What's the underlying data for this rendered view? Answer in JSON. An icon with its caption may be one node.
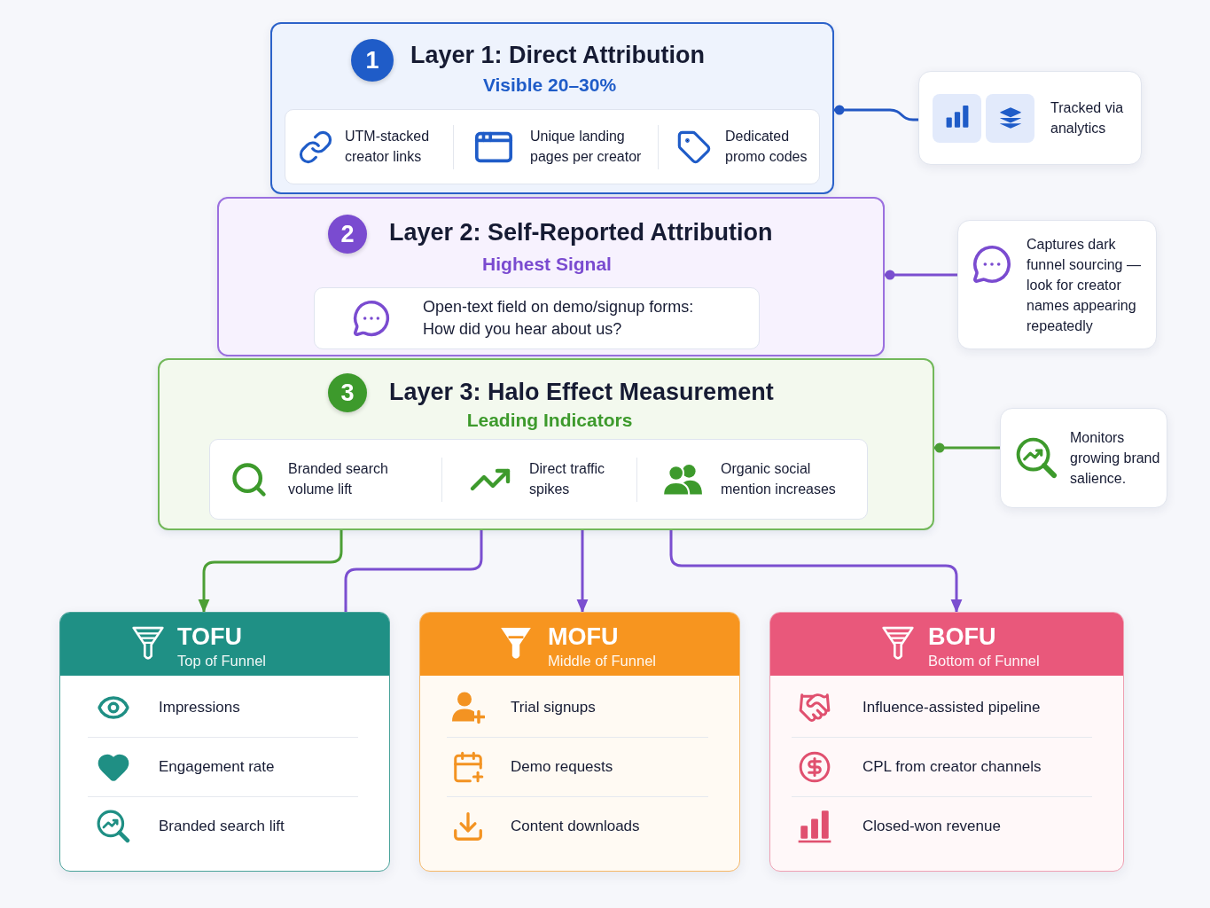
{
  "diagram": {
    "nodes": [
      {
        "text": [
          "Layer 1: Direct Attribution",
          "Visible 20–30%"
        ]
      },
      {
        "text": [
          "1"
        ],
        "in": 0
      },
      {
        "text": [
          "UTM-stacked creator links",
          "Unique landing pages per creator",
          "Dedicated promo codes"
        ],
        "in": 0
      },
      {
        "text": [
          "Tracked via analytics"
        ]
      },
      {
        "text": [
          "Layer 2: Self-Reported Attribution",
          "Highest Signal"
        ]
      },
      {
        "text": [
          "2"
        ],
        "in": 4
      },
      {
        "text": [
          "Open-text field on demo/signup forms: How did you hear about us?"
        ],
        "in": 4
      },
      {
        "text": [
          "Captures dark funnel sourcing — look for creator names appearing repeatedly"
        ]
      },
      {
        "text": [
          "Layer 3: Halo Effect Measurement",
          "Leading Indicators"
        ]
      },
      {
        "text": [
          "3"
        ],
        "in": 8
      },
      {
        "text": [
          "Branded search volume lift",
          "Direct traffic spikes",
          "Organic social mention increases"
        ],
        "in": 8
      },
      {
        "text": [
          "Monitors growing brand salience."
        ]
      },
      {
        "text": [
          "TOFU",
          "Top of Funnel",
          "Impressions",
          "Engagement rate",
          "Branded search lift"
        ]
      },
      {
        "text": [
          "MOFU",
          "Middle of Funnel",
          "Trial signups",
          "Demo requests",
          "Content downloads"
        ]
      },
      {
        "text": [
          "BOFU",
          "Bottom of Funnel",
          "Influence-assisted pipeline",
          "CPL from creator channels",
          "Closed-won revenue"
        ]
      }
    ],
    "edges": [
      {
        "from": 0,
        "to": 3,
        "arrow": "other",
        "color": "#2358c4"
      },
      {
        "from": 4,
        "to": 7,
        "arrow": "other"
      },
      {
        "from": 8,
        "to": 11,
        "arrow": "other",
        "color": "#4c9f35"
      },
      {
        "from": 8,
        "to": 12,
        "arrow": "to",
        "color": "#4c9f35"
      },
      {
        "from": 8,
        "to": 12,
        "arrow": "none"
      },
      {
        "from": 8,
        "to": 13,
        "arrow": "to"
      },
      {
        "from": 8,
        "to": 14,
        "arrow": "to"
      }
    ]
  }
}
